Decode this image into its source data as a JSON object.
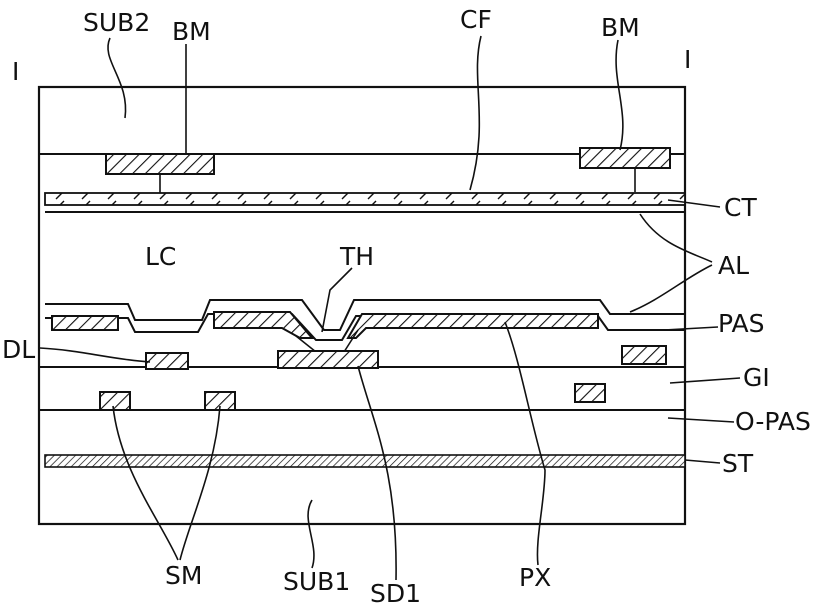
{
  "labels": {
    "sub2": "SUB2",
    "bm_left": "BM",
    "cf": "CF",
    "bm_right": "BM",
    "section_left": "I",
    "section_right": "I",
    "ct": "CT",
    "lc": "LC",
    "th": "TH",
    "al": "AL",
    "pas": "PAS",
    "dl": "DL",
    "gi": "GI",
    "o_pas": "O-PAS",
    "st": "ST",
    "sm": "SM",
    "sub1": "SUB1",
    "sd1": "SD1",
    "px": "PX"
  }
}
